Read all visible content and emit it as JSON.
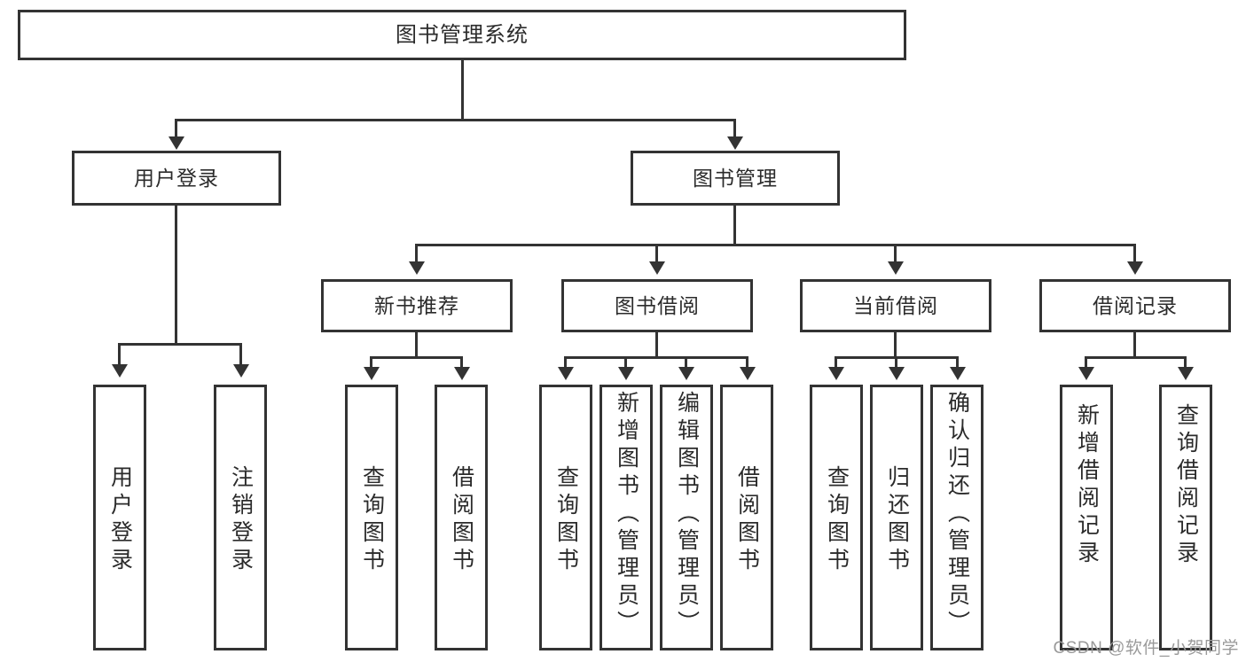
{
  "diagram": {
    "title": "图书管理系统",
    "watermark": "CSDN @软件_小贺同学",
    "colors": {
      "stroke": "#333333",
      "box_fill": "#ffffff",
      "text": "#2b2b2b",
      "watermark": "#9a9a9a",
      "background": "#ffffff"
    }
  },
  "root": {
    "label": "图书管理系统"
  },
  "level2": [
    {
      "label": "用户登录"
    },
    {
      "label": "图书管理"
    }
  ],
  "level3": [
    {
      "label": "新书推荐"
    },
    {
      "label": "图书借阅"
    },
    {
      "label": "当前借阅"
    },
    {
      "label": "借阅记录"
    }
  ],
  "leaves": {
    "user_login": [
      {
        "label": "用户登录"
      },
      {
        "label": "注销登录"
      }
    ],
    "new_book_recommend": [
      {
        "label": "查询图书"
      },
      {
        "label": "借阅图书"
      }
    ],
    "book_borrow": [
      {
        "label": "查询图书"
      },
      {
        "label": "新增图书（管理员）"
      },
      {
        "label": "编辑图书（管理员）"
      },
      {
        "label": "借阅图书"
      }
    ],
    "current_borrow": [
      {
        "label": "查询图书"
      },
      {
        "label": "归还图书"
      },
      {
        "label": "确认归还（管理员）"
      }
    ],
    "borrow_log": [
      {
        "label": "新增借阅记录"
      },
      {
        "label": "查询借阅记录"
      }
    ]
  }
}
